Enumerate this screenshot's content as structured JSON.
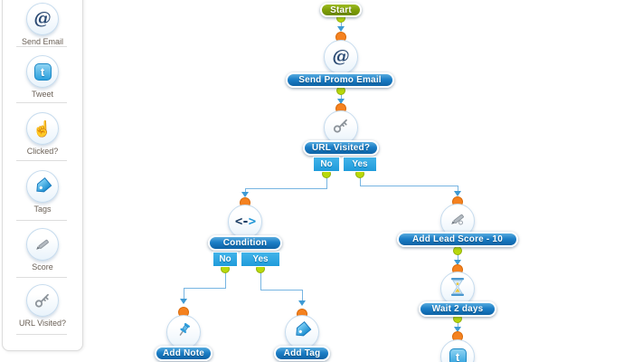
{
  "colors": {
    "pill_blue_top": "#58abde",
    "pill_blue_bottom": "#0e63a6",
    "branch_box_blue": "#29a7e2",
    "start_green": "#7d9d07",
    "dot_lime": "#b9d90a",
    "dot_orange": "#f58220",
    "connector_blue": "#77b5e2",
    "node_border_blue": "#c7dcee",
    "canvas_bg": "#ffffff"
  },
  "sidebar": {
    "items": [
      {
        "label": "Send Email",
        "icon": "email-at-icon"
      },
      {
        "label": "Tweet",
        "icon": "twitter-icon"
      },
      {
        "label": "Clicked?",
        "icon": "click-hand-icon"
      },
      {
        "label": "Tags",
        "icon": "tag-icon"
      },
      {
        "label": "Score",
        "icon": "pencil-score-icon"
      },
      {
        "label": "URL Visited?",
        "icon": "key-icon"
      }
    ]
  },
  "flow": {
    "start": {
      "label": "Start"
    },
    "send_email": {
      "label": "Send Promo Email",
      "icon": "email-at-icon"
    },
    "url_visited": {
      "label": "URL Visited?",
      "icon": "key-icon",
      "no": "No",
      "yes": "Yes"
    },
    "condition": {
      "label": "Condition",
      "icon": "condition-arrows-icon",
      "no": "No",
      "yes": "Yes"
    },
    "add_note": {
      "label": "Add Note",
      "icon": "pushpin-icon"
    },
    "add_tag": {
      "label": "Add Tag",
      "icon": "tag-icon"
    },
    "add_lead_score": {
      "label": "Add Lead Score - 10",
      "icon": "pencil-score-icon"
    },
    "wait": {
      "label": "Wait 2 days",
      "icon": "hourglass-icon"
    },
    "tweet": {
      "icon": "twitter-icon"
    }
  },
  "glyphs": {
    "at": "@",
    "twitter_t": "t",
    "condition_left": "<",
    "condition_mid": "-",
    "condition_right": ">",
    "click_hand": "☝"
  }
}
